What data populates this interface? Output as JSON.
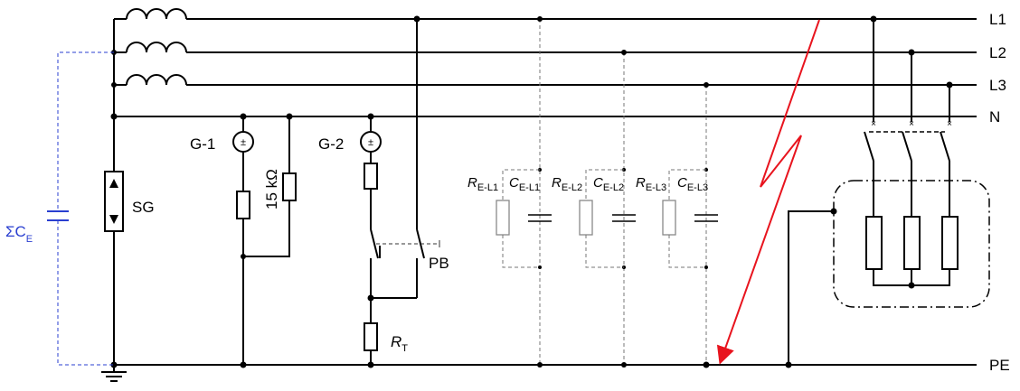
{
  "lines": {
    "l1": "L1",
    "l2": "L2",
    "l3": "L3",
    "n": "N",
    "pe": "PE"
  },
  "components": {
    "sg": "SG",
    "g1": "G-1",
    "g2": "G-2",
    "resistor_15k": "15 kΩ",
    "pb": "PB",
    "rt_main": "R",
    "rt_sub": "T",
    "sum_ce": "ΣC",
    "sum_ce_sub": "E"
  },
  "insulation": {
    "r1_main": "R",
    "r1_sub": "E-L1",
    "c1_main": "C",
    "c1_sub": "E-L1",
    "r2_main": "R",
    "r2_sub": "E-L2",
    "c2_main": "C",
    "c2_sub": "E-L2",
    "r3_main": "R",
    "r3_sub": "E-L3",
    "c3_main": "C",
    "c3_sub": "E-L3"
  },
  "colors": {
    "fault_arrow": "#e8141e",
    "capacitance": "#2a3fd0"
  }
}
